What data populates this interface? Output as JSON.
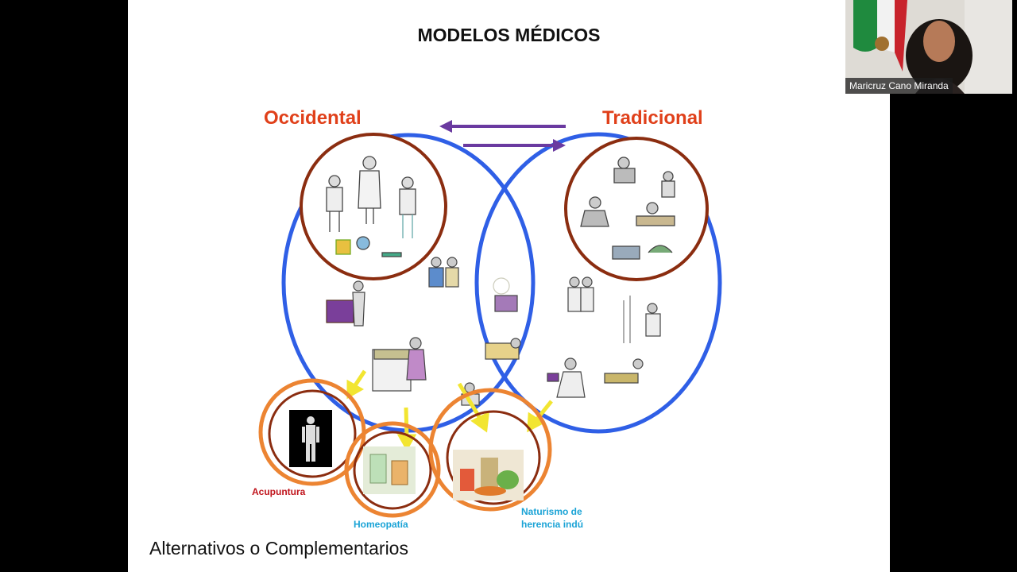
{
  "slide": {
    "title": "MODELOS MÉDICOS",
    "left_model": "Occidental",
    "right_model": "Tradicional",
    "alt_labels": {
      "acupuncture": "Acupuntura",
      "homeopathy": "Homeopatía",
      "naturism_line1": "Naturismo de",
      "naturism_line2": "herencia indú"
    },
    "footer": "Alternativos o Complementarios",
    "colors": {
      "title_red": "#e0401a",
      "ellipse_blue": "#2f5fe6",
      "circle_brown": "#8b2d10",
      "circle_orange": "#ec8432",
      "arrow_purple": "#6a3aa0",
      "arrow_yellow": "#f2e531",
      "acupuncture_red": "#c0141c",
      "label_cyan": "#1aa3d6"
    }
  },
  "webcam": {
    "participant_name": "Maricruz Cano Miranda"
  }
}
